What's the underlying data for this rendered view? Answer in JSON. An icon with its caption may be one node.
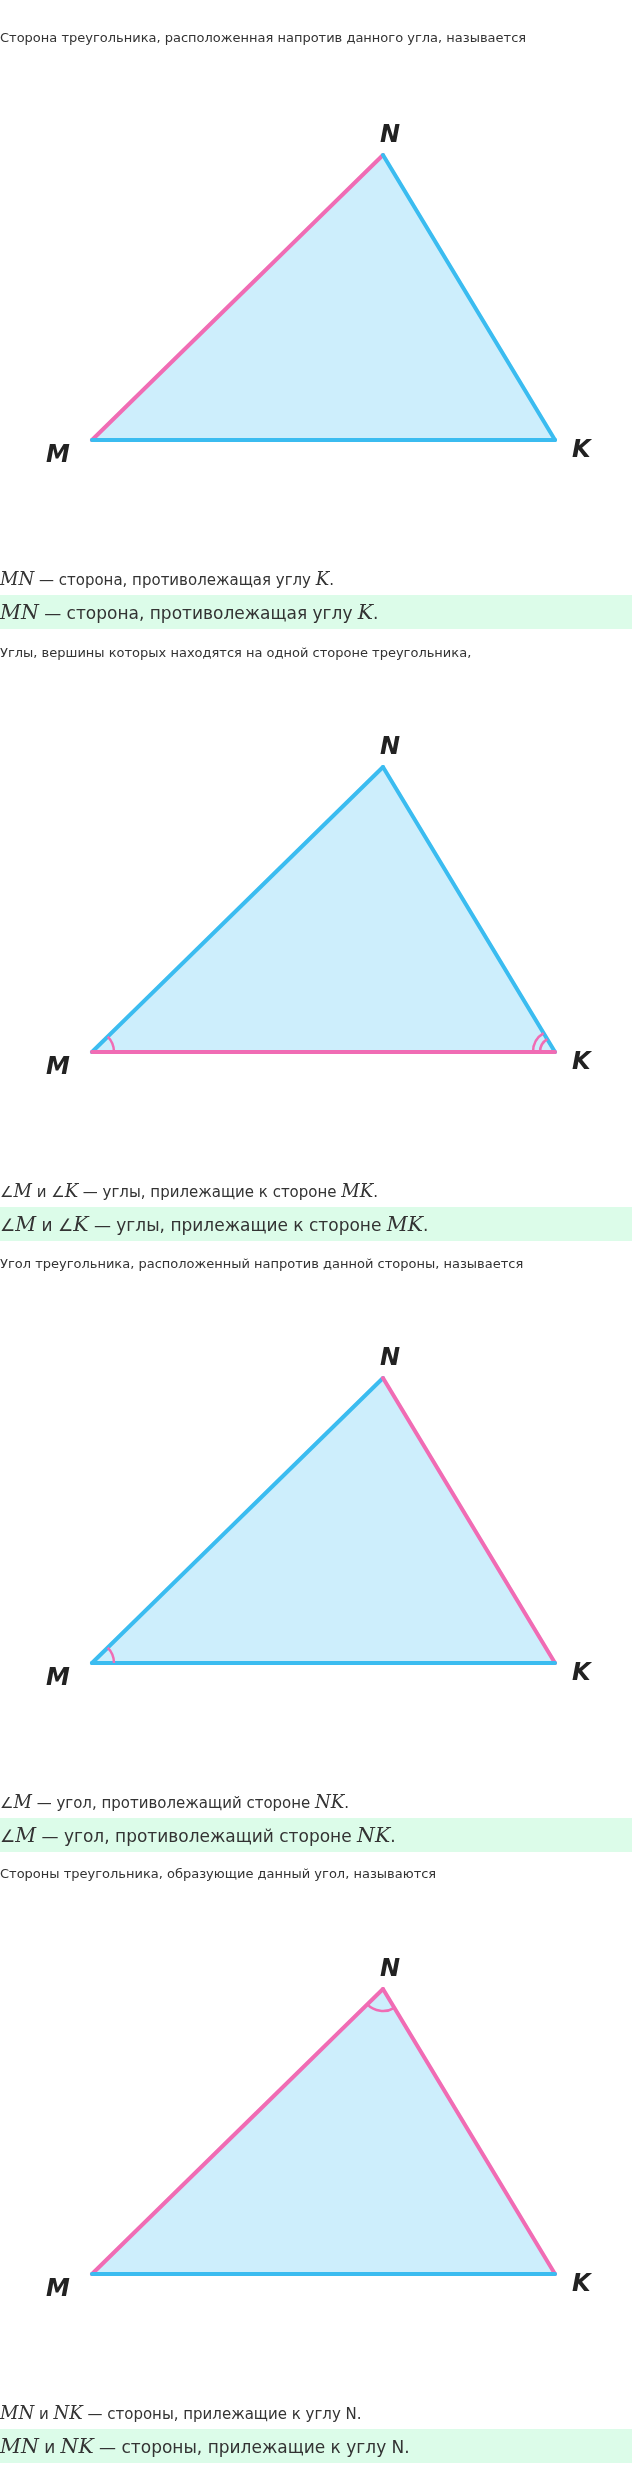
{
  "diagram": {
    "labels": [
      "Сторона треугольника, расположенная напротив данного угла, называется",
      "N",
      "M",
      "K",
      "*MN* — сторона, противолежащая углу *K*.",
      "*MN* — сторона, противолежащая углу *K*.",
      "Углы, вершины которых находятся на одной стороне треугольника,",
      "N",
      "M",
      "K",
      "∠*M* и ∠*K* — углы, прилежащие к стороне *MK*.",
      "∠*M* и ∠*K* — углы, прилежащие к стороне *MK*.",
      "Угол треугольника, расположенный напротив данной стороны, называется",
      "N",
      "M",
      "K",
      "∠*M* — угол, противолежащий стороне *NK*.",
      "∠*M* — угол, противолежащий стороне *NK*.",
      "Стороны треугольника, образующие данный угол, называются",
      "N",
      "M",
      "K",
      "*MN* и *NK* — стороны, прилежащие к углу N.",
      "*MN* и *NK* — стороны, прилежащие к углу N."
    ]
  }
}
